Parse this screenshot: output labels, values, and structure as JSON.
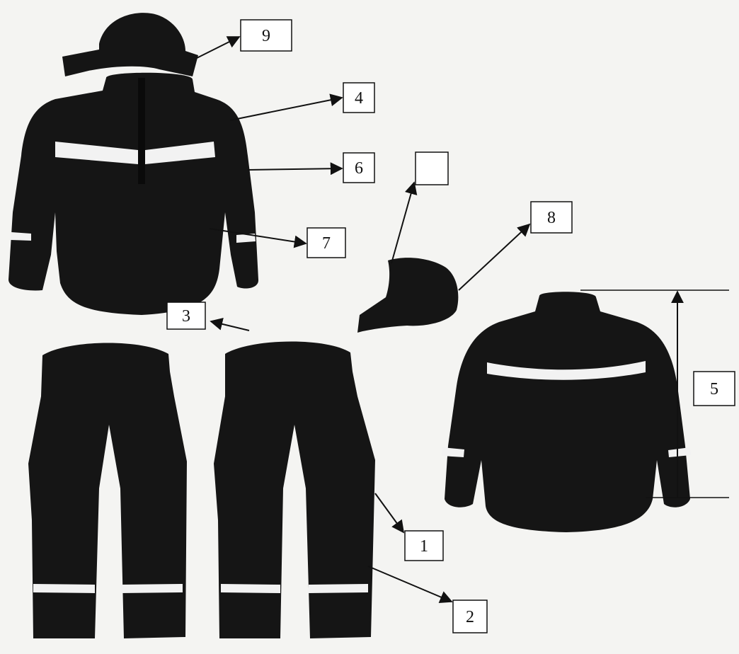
{
  "figure": {
    "garment_color": "#151515",
    "reflective_color": "#f2f2f2",
    "background_color": "#f4f4f2",
    "callouts": [
      {
        "id": "9",
        "text": "9",
        "part": "helmet-cap"
      },
      {
        "id": "4",
        "text": "4",
        "part": "jacket-collar-shoulder"
      },
      {
        "id": "6",
        "text": "6",
        "part": "jacket-sleeve"
      },
      {
        "id": "7",
        "text": "7",
        "part": "jacket-pocket"
      },
      {
        "id": "3",
        "text": "3",
        "part": "jacket-trouser-joint"
      },
      {
        "id": "blank",
        "text": "",
        "part": "hood-top"
      },
      {
        "id": "8",
        "text": "8",
        "part": "hood"
      },
      {
        "id": "5",
        "text": "5",
        "part": "jacket-length"
      },
      {
        "id": "1",
        "text": "1",
        "part": "trouser-side-pocket"
      },
      {
        "id": "2",
        "text": "2",
        "part": "trouser-reflective-band"
      }
    ]
  }
}
